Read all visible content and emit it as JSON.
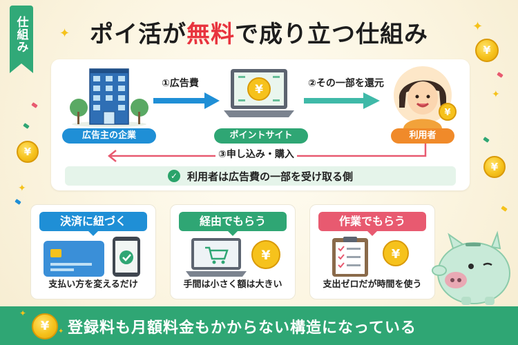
{
  "side_tab": "仕組み",
  "title": {
    "pre": "ポイ活が",
    "accent": "無料",
    "post": "で成り立つ仕組み"
  },
  "flow": {
    "advertiser_label": "広告主の企業",
    "site_label": "ポイントサイト",
    "user_label": "利用者",
    "step1": "①広告費",
    "step2": "②その一部を還元",
    "step3": "③申し込み・購入",
    "summary": "利用者は広告費の一部を受け取る側"
  },
  "cards": [
    {
      "title": "決済に紐づく",
      "caption": "支払い方を変えるだけ"
    },
    {
      "title": "経由でもらう",
      "caption": "手間は小さく額は大きい"
    },
    {
      "title": "作業でもらう",
      "caption": "支出ゼロだが時間を使う"
    }
  ],
  "banner": "登録料も月額料金もかからない構造になっている",
  "coin_symbol": "¥",
  "colors": {
    "green": "#2fa674",
    "teal": "#3fb9a8",
    "blue": "#1f8fd6",
    "red": "#e8343e",
    "orange": "#f08a2a",
    "pink": "#e85a70"
  }
}
